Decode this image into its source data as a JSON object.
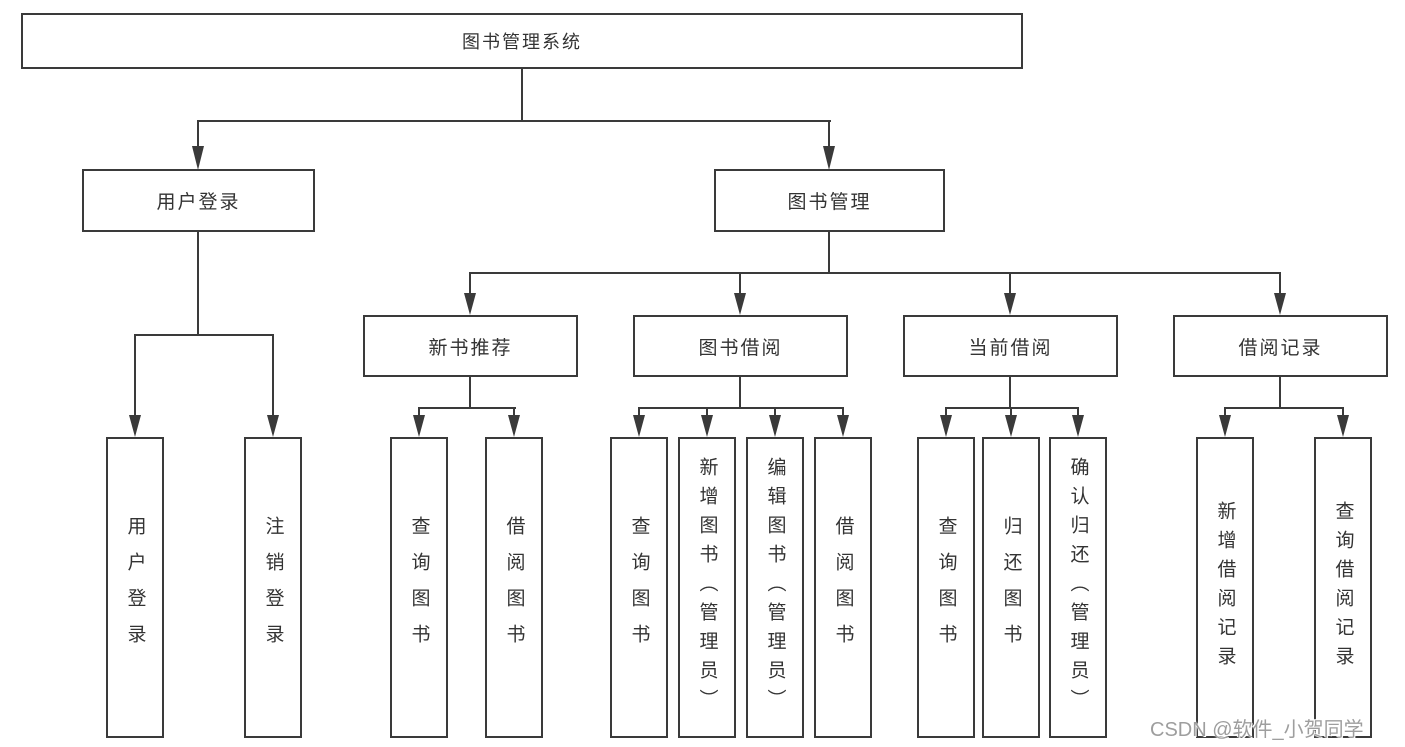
{
  "diagram": {
    "title": "图书管理系统",
    "branches": {
      "user_login": {
        "label": "用户登录",
        "children": [
          {
            "label": "用户登录"
          },
          {
            "label": "注销登录"
          }
        ]
      },
      "book_mgmt": {
        "label": "图书管理",
        "groups": [
          {
            "label": "新书推荐",
            "children": [
              {
                "label": "查询图书"
              },
              {
                "label": "借阅图书"
              }
            ]
          },
          {
            "label": "图书借阅",
            "children": [
              {
                "label": "查询图书"
              },
              {
                "label": "新增图书（管理员）"
              },
              {
                "label": "编辑图书（管理员）"
              },
              {
                "label": "借阅图书"
              }
            ]
          },
          {
            "label": "当前借阅",
            "children": [
              {
                "label": "查询图书"
              },
              {
                "label": "归还图书"
              },
              {
                "label": "确认归还（管理员）"
              }
            ]
          },
          {
            "label": "借阅记录",
            "children": [
              {
                "label": "新增借阅记录"
              },
              {
                "label": "查询借阅记录"
              }
            ]
          }
        ]
      }
    }
  },
  "watermark": {
    "text": "CSDN @软件_小贺同学"
  },
  "colors": {
    "line": "#3a3a3a",
    "box_border": "#3a3a3a",
    "text": "#333333",
    "watermark": "#9e9e9e",
    "background": "#ffffff"
  }
}
